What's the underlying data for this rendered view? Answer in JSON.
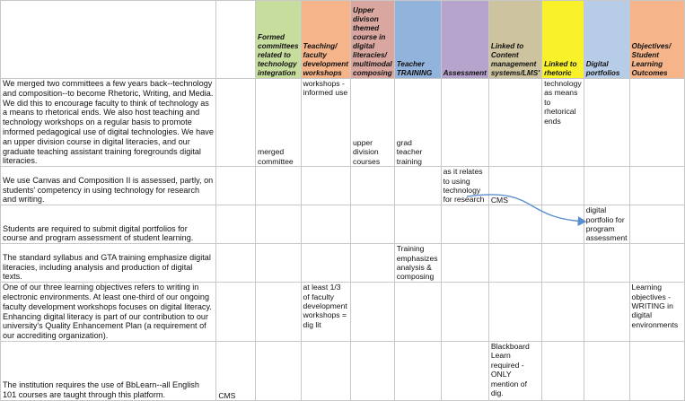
{
  "colors": {
    "grid": "#c8c8c8",
    "arrow": "#5b8fd0"
  },
  "headers": [
    {
      "label": "",
      "color": "#ffffff"
    },
    {
      "label": "",
      "color": "#ffffff"
    },
    {
      "label": "Formed committees related to technology integration",
      "color": "#c7dd9e"
    },
    {
      "label": "Teaching/ faculty development workshops",
      "color": "#f5b48a"
    },
    {
      "label": "Upper divison themed course in digital literacies/ multimodal composing",
      "color": "#d9a6a0"
    },
    {
      "label": "Teacher TRAINING",
      "color": "#92b4dc"
    },
    {
      "label": "Assessment",
      "color": "#b6a4cc"
    },
    {
      "label": "Linked to Content management systems/LMS'",
      "color": "#cdc39e"
    },
    {
      "label": "Linked to rhetoric",
      "color": "#f9f22b"
    },
    {
      "label": "Digital portfolios",
      "color": "#b7cce6"
    },
    {
      "label": "Objectives/ Student Learning Outcomes",
      "color": "#f5b48a"
    }
  ],
  "rows": [
    {
      "narrative": "We merged two committees a few years back--technology and composition--to become Rhetoric, Writing, and Media. We did this to encourage faculty to think of technology as a means to rhetorical ends. We also host teaching and technology workshops on a regular basis to promote informed pedagogical use of digital technologies. We have an upper division course in digital literacies, and our graduate teaching assistant training foregrounds digital literacies.",
      "cells": [
        "",
        "merged committee",
        "workshops - informed use",
        "upper division courses",
        "grad teacher training",
        "",
        "",
        "technology as means to rhetorical ends",
        "",
        ""
      ]
    },
    {
      "narrative": "We use Canvas and Composition II is assessed, partly, on students' competency in using technology for research and writing.",
      "cells": [
        "",
        "",
        "",
        "",
        "",
        "as it relates to using technology for research",
        "CMS",
        "",
        "",
        ""
      ]
    },
    {
      "narrative": "Students are required to submit digital portfolios for course and program assessment of student learning.",
      "cells": [
        "",
        "",
        "",
        "",
        "",
        "",
        "",
        "",
        "digital portfolio for program assessment",
        ""
      ]
    },
    {
      "narrative": "The standard syllabus and GTA training emphasize digital literacies, including analysis and production of digital texts.",
      "cells": [
        "",
        "",
        "",
        "",
        "Training emphasizes analysis & composing",
        "",
        "",
        "",
        "",
        ""
      ]
    },
    {
      "narrative": "One of our three learning objectives refers to writing in electronic environments. At least one-third of our ongoing faculty development workshops focuses on digital literacy. Enhancing digital literacy is part of our contribution to our university's Quality Enhancement Plan (a requirement of our accrediting organization).",
      "cells": [
        "",
        "",
        "at least 1/3 of faculty development workshops = dig lit",
        "",
        "",
        "",
        "",
        "",
        "",
        "Learning objectives - WRITING in digital environments"
      ]
    },
    {
      "narrative": "The institution requires the use of BbLearn--all English 101 courses are taught through this platform.",
      "cells": [
        "CMS",
        "",
        "",
        "",
        "",
        "",
        "Blackboard Learn required - ONLY mention of dig.",
        "",
        "",
        ""
      ]
    }
  ]
}
